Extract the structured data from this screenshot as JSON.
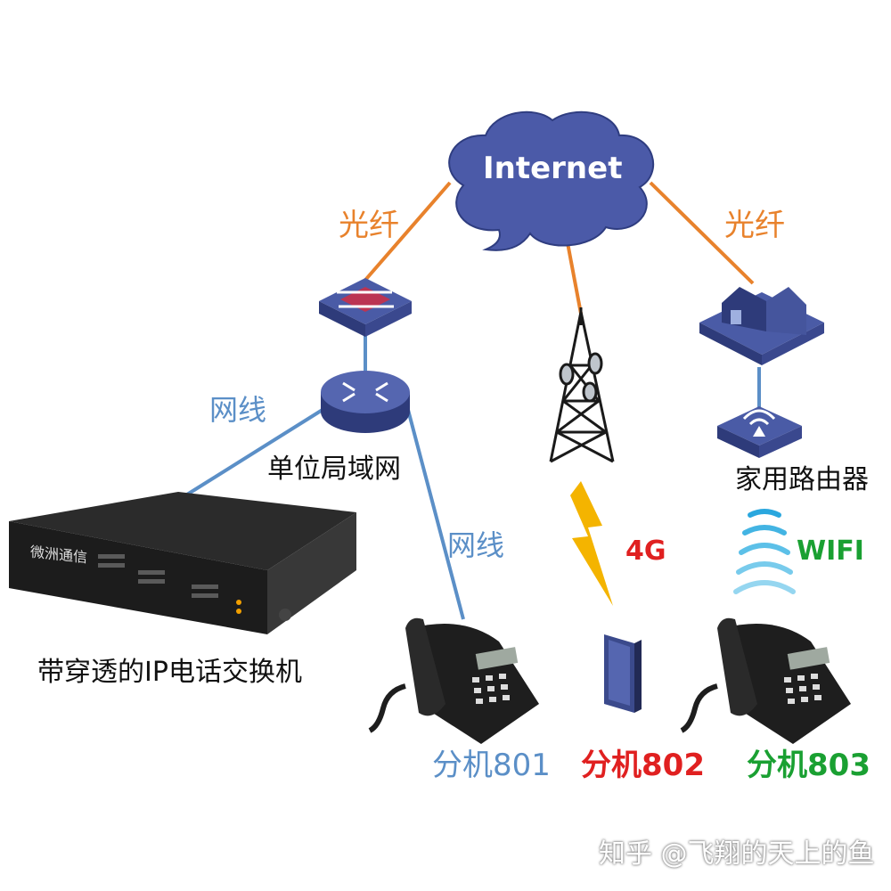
{
  "cloud": {
    "label": "Internet"
  },
  "links": {
    "fiber_left": "光纤",
    "fiber_right": "光纤",
    "cable_top": "网线",
    "cable_bottom": "网线"
  },
  "nodes": {
    "lan": "单位局域网",
    "home_router": "家用路由器",
    "pbx": "带穿透的IP电话交换机",
    "pbx_brand": "微洲通信"
  },
  "wireless": {
    "lte": "4G",
    "wifi": "WIFI"
  },
  "extensions": {
    "ext801": "分机801",
    "ext802": "分机802",
    "ext803": "分机803"
  },
  "watermark": "知乎 @飞翔的天上的鱼",
  "colors": {
    "fiber": "#e8822c",
    "cable": "#5b8fc7",
    "device": "#3b4a8c",
    "lte_red": "#e02020",
    "wifi_green": "#1aa032",
    "bolt": "#f4b400"
  }
}
